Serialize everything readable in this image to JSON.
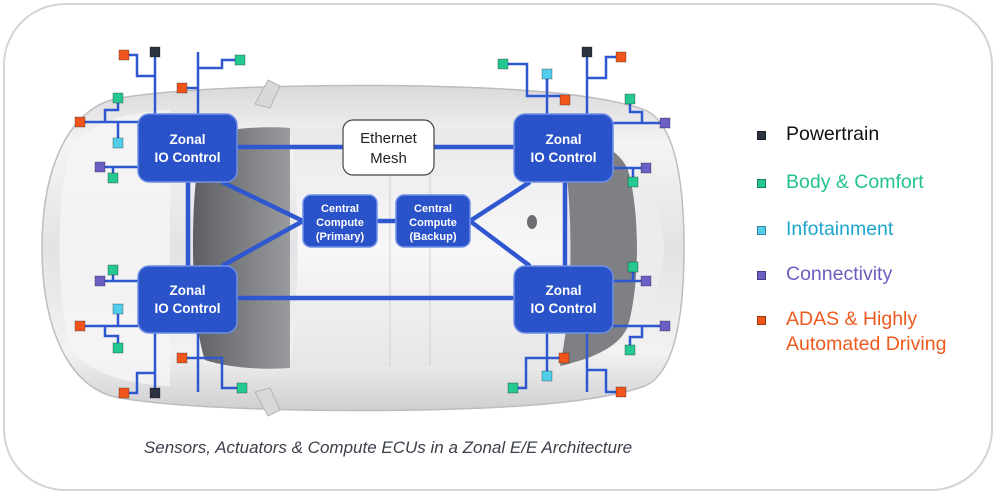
{
  "diagram": {
    "type": "zonal-ee-architecture",
    "caption": "Sensors, Actuators & Compute ECUs in a Zonal E/E Architecture",
    "nodes": {
      "zonal_front_left": {
        "line1": "Zonal",
        "line2": "IO Control"
      },
      "zonal_rear_left": {
        "line1": "Zonal",
        "line2": "IO Control"
      },
      "zonal_front_right": {
        "line1": "Zonal",
        "line2": "IO Control"
      },
      "zonal_rear_right": {
        "line1": "Zonal",
        "line2": "IO Control"
      },
      "ethernet_mesh": {
        "line1": "Ethernet",
        "line2": "Mesh"
      },
      "central_primary": {
        "line1": "Central",
        "line2": "Compute",
        "line3": "(Primary)"
      },
      "central_backup": {
        "line1": "Central",
        "line2": "Compute",
        "line3": "(Backup)"
      }
    },
    "connections": [
      [
        "zonal_front_left",
        "zonal_front_right"
      ],
      [
        "zonal_rear_left",
        "zonal_rear_right"
      ],
      [
        "zonal_front_left",
        "zonal_rear_left"
      ],
      [
        "zonal_front_right",
        "zonal_rear_right"
      ],
      [
        "zonal_front_left",
        "central_primary"
      ],
      [
        "zonal_rear_left",
        "central_primary"
      ],
      [
        "zonal_front_right",
        "central_backup"
      ],
      [
        "zonal_rear_right",
        "central_backup"
      ],
      [
        "central_primary",
        "central_backup"
      ]
    ]
  },
  "legend": {
    "items": [
      {
        "key": "powertrain",
        "label": "Powertrain",
        "color": "#2b3440",
        "text_color": "#111111"
      },
      {
        "key": "body",
        "label": "Body & Comfort",
        "color": "#25c98f",
        "text_color": "#22c48a"
      },
      {
        "key": "infotainment",
        "label": "Infotainment",
        "color": "#52cdea",
        "text_color": "#1ea5cf"
      },
      {
        "key": "connectivity",
        "label": "Connectivity",
        "color": "#6b5fc4",
        "text_color": "#6a5fbf"
      },
      {
        "key": "adas",
        "label": "ADAS & Highly",
        "label2": "Automated Driving",
        "color": "#f0561c",
        "text_color": "#ee5a1e"
      }
    ]
  },
  "colors": {
    "wire": "#2f57cf",
    "node_fill": "#2a52c9",
    "node_border": "#6f8fe6",
    "mesh_fill": "#ffffff",
    "frame_border": "#d4d4d6"
  }
}
